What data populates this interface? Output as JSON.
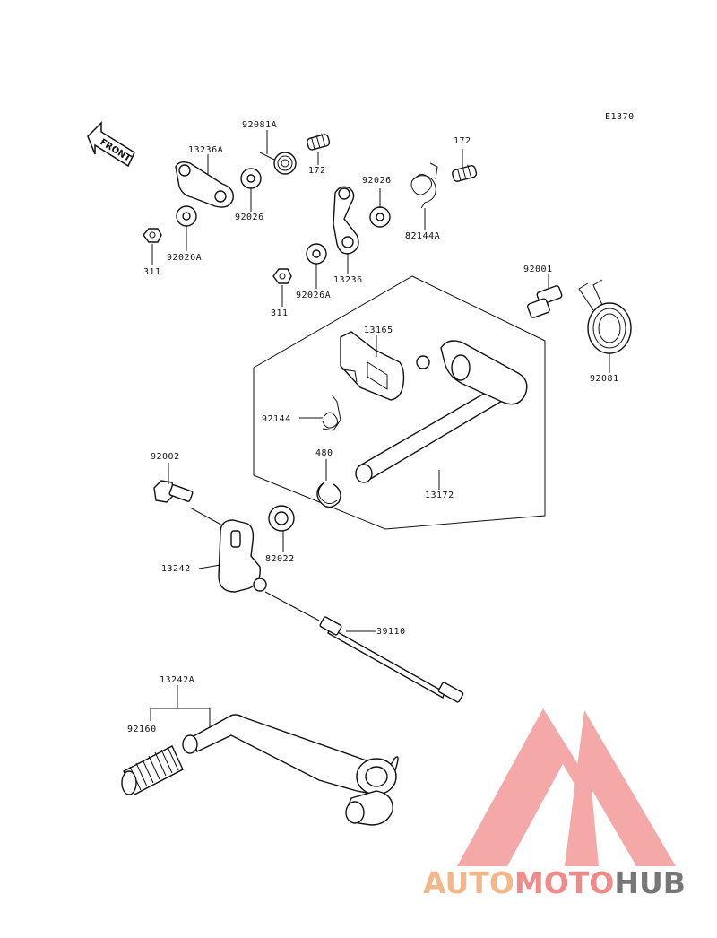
{
  "diagram": {
    "code": "E1370",
    "front_label": "FRONT",
    "parts": [
      {
        "id": "p-92081a",
        "number": "92081A"
      },
      {
        "id": "p-13236a",
        "number": "13236A"
      },
      {
        "id": "p-172a",
        "number": "172"
      },
      {
        "id": "p-172b",
        "number": "172"
      },
      {
        "id": "p-92026a",
        "number": "92026"
      },
      {
        "id": "p-92026b",
        "number": "92026"
      },
      {
        "id": "p-82144a",
        "number": "82144A"
      },
      {
        "id": "p-311a",
        "number": "311"
      },
      {
        "id": "p-92026Aa",
        "number": "92026A"
      },
      {
        "id": "p-13236",
        "number": "13236"
      },
      {
        "id": "p-311b",
        "number": "311"
      },
      {
        "id": "p-92026Ab",
        "number": "92026A"
      },
      {
        "id": "p-92001",
        "number": "92001"
      },
      {
        "id": "p-13165",
        "number": "13165"
      },
      {
        "id": "p-92081",
        "number": "92081"
      },
      {
        "id": "p-92144",
        "number": "92144"
      },
      {
        "id": "p-480",
        "number": "480"
      },
      {
        "id": "p-92002",
        "number": "92002"
      },
      {
        "id": "p-13172",
        "number": "13172"
      },
      {
        "id": "p-13242",
        "number": "13242"
      },
      {
        "id": "p-82022",
        "number": "82022"
      },
      {
        "id": "p-39110",
        "number": "39110"
      },
      {
        "id": "p-13242a",
        "number": "13242A"
      },
      {
        "id": "p-92160",
        "number": "92160"
      }
    ]
  },
  "watermark": {
    "part1": "AUTO",
    "part2": "MOTO",
    "part3": "HUB",
    "colors": {
      "auto": "#f2b78a",
      "moto": "#f18a8a",
      "hub": "#777777",
      "logo": "#f39a9a"
    }
  }
}
